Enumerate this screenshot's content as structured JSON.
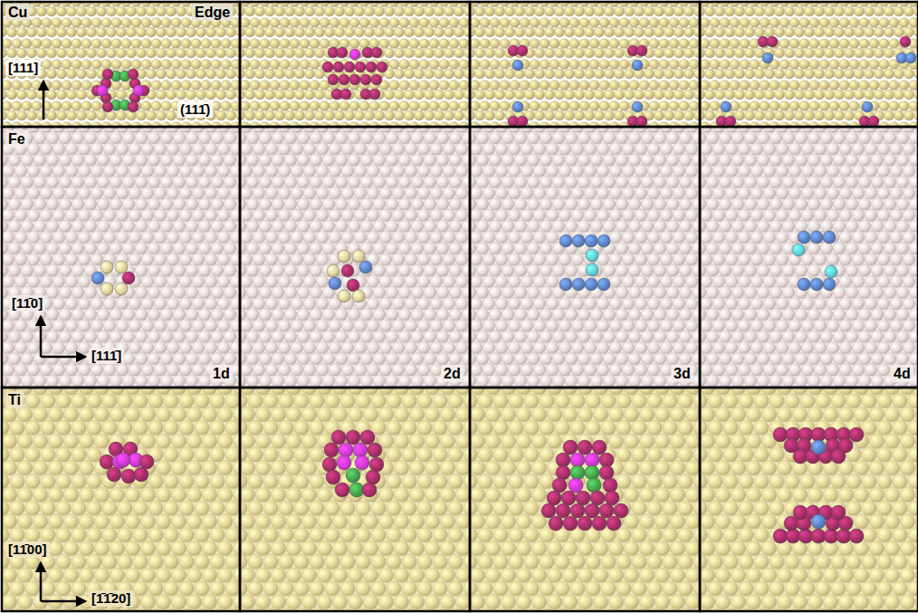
{
  "diagram": {
    "labels": [
      "Cu",
      "Edge",
      "[111]",
      "(111̄)",
      "Fe",
      "[11̄0]",
      "[111̄]",
      "1d",
      "2d",
      "3d",
      "4d",
      "Ti",
      "[11̄00]",
      "[1̄1̄20]"
    ]
  }
}
